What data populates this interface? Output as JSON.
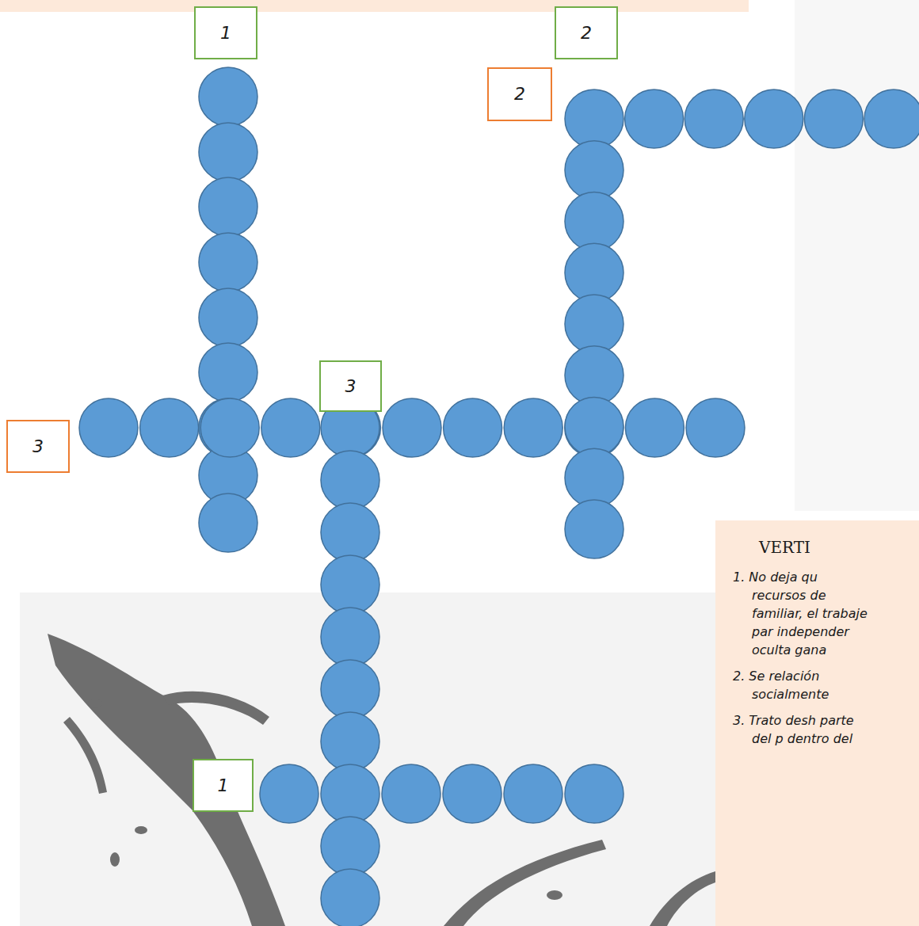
{
  "diagram": {
    "nodes": [
      {
        "text": [
          "1"
        ]
      },
      {
        "text": [
          "2"
        ]
      },
      {
        "text": [
          "2"
        ]
      },
      {
        "text": [
          "3"
        ]
      },
      {
        "text": [
          "3"
        ]
      },
      {
        "text": [
          "VERTI",
          "1. No deja qu recursos de familiar, el trabaje par independer oculta gana",
          "2. Se relación socialmente",
          "3. Trato desh parte del p dentro del"
        ]
      },
      {
        "text": [
          "1"
        ]
      }
    ]
  }
}
